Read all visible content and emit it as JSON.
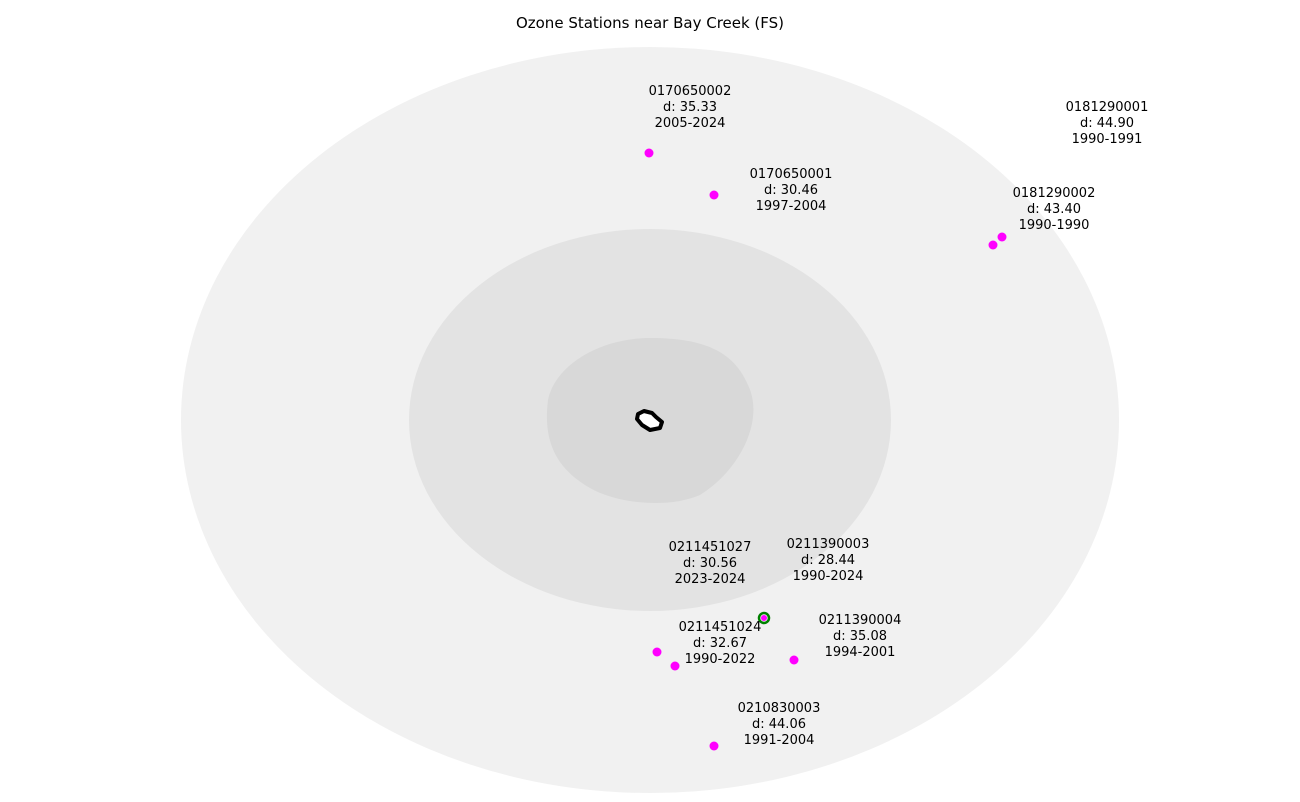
{
  "chart_data": {
    "type": "scatter",
    "title": "Ozone Stations near Bay Creek (FS)",
    "xlabel": "",
    "ylabel": "",
    "grid": false,
    "legend": "none",
    "colors": {
      "station": "#ff00ff",
      "highlight_ring": "#008000",
      "ring_outer": "#f1f1f1",
      "ring_middle": "#e3e3e3",
      "ring_inner": "#d8d8d8",
      "boundary": "#000000"
    },
    "stations": [
      {
        "id": "0170650002",
        "distance": "d: 35.33",
        "years": "2005-2024",
        "highlighted": false
      },
      {
        "id": "0170650001",
        "distance": "d: 30.46",
        "years": "1997-2004",
        "highlighted": false
      },
      {
        "id": "0181290001",
        "distance": "d: 44.90",
        "years": "1990-1991",
        "highlighted": false
      },
      {
        "id": "0181290002",
        "distance": "d: 43.40",
        "years": "1990-1990",
        "highlighted": false
      },
      {
        "id": "0211451027",
        "distance": "d: 30.56",
        "years": "2023-2024",
        "highlighted": false
      },
      {
        "id": "0211390003",
        "distance": "d: 28.44",
        "years": "1990-2024",
        "highlighted": true
      },
      {
        "id": "0211451024",
        "distance": "d: 32.67",
        "years": "1990-2022",
        "highlighted": false
      },
      {
        "id": "0211390004",
        "distance": "d: 35.08",
        "years": "1994-2001",
        "highlighted": false
      },
      {
        "id": "0210830003",
        "distance": "d: 44.06",
        "years": "1991-2004",
        "highlighted": false
      }
    ]
  }
}
